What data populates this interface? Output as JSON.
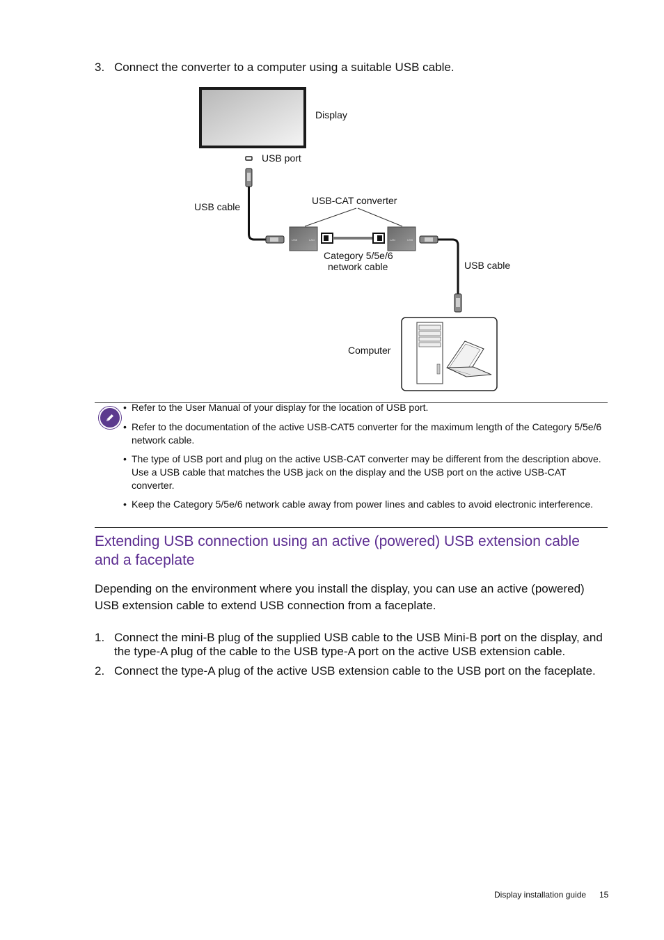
{
  "step3": {
    "number": "3.",
    "text": "Connect the converter to a computer using a suitable USB cable."
  },
  "diagram": {
    "labels": {
      "display": "Display",
      "usb_port": "USB port",
      "usb_cable_left": "USB cable",
      "converter": "USB-CAT converter",
      "network_cable_line1": "Category 5/5e/6",
      "network_cable_line2": "network cable",
      "usb_cable_right": "USB cable",
      "computer": "Computer"
    },
    "box_small_labels": {
      "usb": "USB",
      "lan": "LAN"
    }
  },
  "notes": [
    "Refer to the User Manual of your display for the location of USB port.",
    "Refer to the documentation of the active USB-CAT5 converter for the maximum length of the Category 5/5e/6 network cable.",
    "The type of USB port and plug on the active USB-CAT converter may be different from the description above. Use a USB cable that matches the USB jack on the display and the USB port on the active USB-CAT converter.",
    "Keep the Category 5/5e/6 network cable away from power lines and cables to avoid electronic interference."
  ],
  "section": {
    "heading": "Extending USB connection using an active (powered) USB extension cable and a faceplate",
    "intro": "Depending on the environment where you install the display, you can use an active (powered) USB extension cable to extend USB connection from a faceplate.",
    "steps": [
      {
        "number": "1.",
        "text": "Connect the mini-B plug of the supplied USB cable to the USB Mini-B port on the display, and the type-A plug of the cable to the USB type-A port on the active USB extension cable."
      },
      {
        "number": "2.",
        "text": "Connect the type-A plug of the active USB extension cable to the USB port on the faceplate."
      }
    ]
  },
  "footer": {
    "title": "Display installation guide",
    "page": "15"
  },
  "colors": {
    "accent": "#5c2d91",
    "note_icon": "#5c3a8e"
  }
}
